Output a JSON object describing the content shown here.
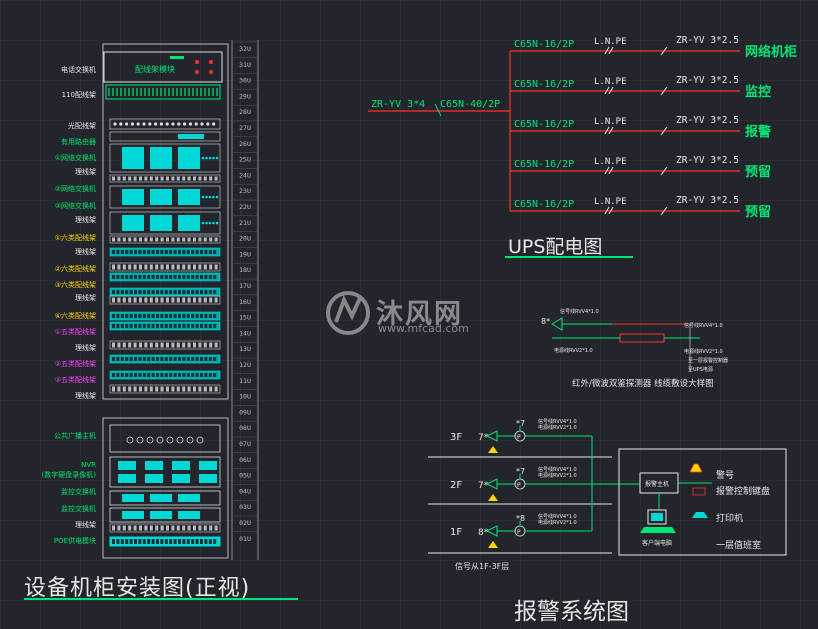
{
  "cabinet": {
    "title": "设备机柜安装图(正视)",
    "top_unit_label": "电话交换机",
    "top_panel_text": "配线架模块",
    "units": [
      "32U",
      "31U",
      "30U",
      "29U",
      "28U",
      "27U",
      "26U",
      "25U",
      "24U",
      "23U",
      "22U",
      "21U",
      "20U",
      "19U",
      "18U",
      "17U",
      "16U",
      "15U",
      "14U",
      "13U",
      "12U",
      "11U",
      "10U",
      "09U",
      "08U",
      "07U",
      "06U",
      "05U",
      "04U",
      "03U",
      "02U",
      "01U"
    ],
    "upper_labels": [
      {
        "text": "电话交换机",
        "color": "#e6e6e6"
      },
      {
        "text": "110配线架",
        "color": "#e6e6e6"
      },
      {
        "text": "光配线架",
        "color": "#e6e6e6"
      },
      {
        "text": "有用路由器",
        "color": "#00e676"
      },
      {
        "text": "①网络交换机",
        "color": "#00e676"
      },
      {
        "text": "理线架",
        "color": "#e6e6e6"
      },
      {
        "text": "②网络交换机",
        "color": "#00e676"
      },
      {
        "text": "③网络交换机",
        "color": "#00e676"
      },
      {
        "text": "理线架",
        "color": "#e6e6e6"
      },
      {
        "text": "①六类配线架",
        "color": "#ffd600"
      },
      {
        "text": "理线架",
        "color": "#e6e6e6"
      },
      {
        "text": "②六类配线架",
        "color": "#ffd600"
      },
      {
        "text": "③六类配线架",
        "color": "#ffd600"
      },
      {
        "text": "理线架",
        "color": "#e6e6e6"
      },
      {
        "text": "④六类配线架",
        "color": "#ffd600"
      },
      {
        "text": "①五类配线架",
        "color": "#ff40ff"
      },
      {
        "text": "理线架",
        "color": "#e6e6e6"
      },
      {
        "text": "②五类配线架",
        "color": "#ff40ff"
      },
      {
        "text": "③五类配线架",
        "color": "#ff40ff"
      },
      {
        "text": "理线架",
        "color": "#e6e6e6"
      }
    ],
    "lower_labels": [
      {
        "text": "公共广播主机",
        "color": "#00e676"
      },
      {
        "text": "NVR",
        "color": "#00e676"
      },
      {
        "text": "(数字硬盘录像机)",
        "color": "#00e676"
      },
      {
        "text": "监控交换机",
        "color": "#00e676"
      },
      {
        "text": "监控交换机",
        "color": "#00e676"
      },
      {
        "text": "理线架",
        "color": "#e6e6e6"
      },
      {
        "text": "POE供电模块",
        "color": "#00e676"
      }
    ]
  },
  "ups": {
    "title": "UPS配电图",
    "main_cable": "ZR-YV 3*4",
    "main_breaker": "C65N-40/2P",
    "branch_breaker": "C65N-16/2P",
    "branch_phase": "L.N.PE",
    "branch_cable": "ZR-YV 3*2.5",
    "loads": [
      "网络机柜",
      "监控",
      "报警",
      "预留",
      "预留"
    ]
  },
  "detector": {
    "caption": "红外/微波双鉴探测器 线缆敷设大样图",
    "notes": [
      "信号线RVV4*1.0",
      "电源线RVV2*1.0",
      "信号线RVV4*1.0",
      "电源线RVV2*1.0",
      "至一层报警控制器",
      "至UPS电源"
    ]
  },
  "alarm": {
    "title": "报警系统图",
    "floors": [
      {
        "label": "3F",
        "count": "7*"
      },
      {
        "label": "2F",
        "count": "7*"
      },
      {
        "label": "1F",
        "count": "8*"
      }
    ],
    "branch_counts": [
      "*7",
      "*7",
      "*8"
    ],
    "wire_note": "信号线RVV4*1.0",
    "wire_note2": "电源线RVV2*1.0",
    "riser_caption": "信号从1F-3F层",
    "controller_label": "报警主机",
    "pc_label": "客户端电脑",
    "legend": [
      "警号",
      "报警控制键盘",
      "打印机",
      "一层值班室"
    ]
  },
  "watermark": {
    "brand": "沐风网",
    "url": "www.mfcad.com"
  },
  "colors": {
    "green": "#00e676",
    "red": "#ff3030",
    "white": "#e6e6e6",
    "yellow": "#ffd600",
    "cyan": "#00d7d7",
    "magenta": "#ff40ff"
  }
}
